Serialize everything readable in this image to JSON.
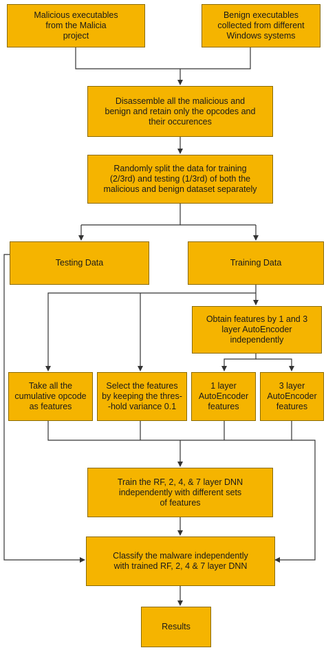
{
  "colors": {
    "box_fill": "#f5b400",
    "box_border": "#8a6a00",
    "line": "#333333"
  },
  "nodes": {
    "malicious_source": "Malicious executables\nfrom  the Malicia\nproject",
    "benign_source": "Benign executables\ncollected from different\nWindows systems",
    "disassemble": "Disassemble all the malicious and\nbenign and retain only the opcodes and\ntheir occurences",
    "split": "Randomly split the data for training\n(2/3rd) and testing (1/3rd) of both the\nmalicious and benign dataset separately",
    "testing_data": "Testing Data",
    "training_data": "Training Data",
    "autoencoder_features": "Obtain features by 1 and 3\nlayer AutoEncoder\nindependently",
    "all_opcodes": "Take all the\ncumulative opcode\nas features",
    "variance_threshold": "Select the features\nby keeping the thres-\n-hold variance 0.1",
    "ae_1layer": "1 layer\nAutoEncoder\nfeatures",
    "ae_3layer": "3 layer\nAutoEncoder\nfeatures",
    "train": "Train the RF, 2, 4, & 7 layer DNN\nindependently with different sets\nof features",
    "classify": "Classify the malware independently\nwith trained RF, 2, 4 & 7 layer DNN",
    "results": "Results"
  }
}
